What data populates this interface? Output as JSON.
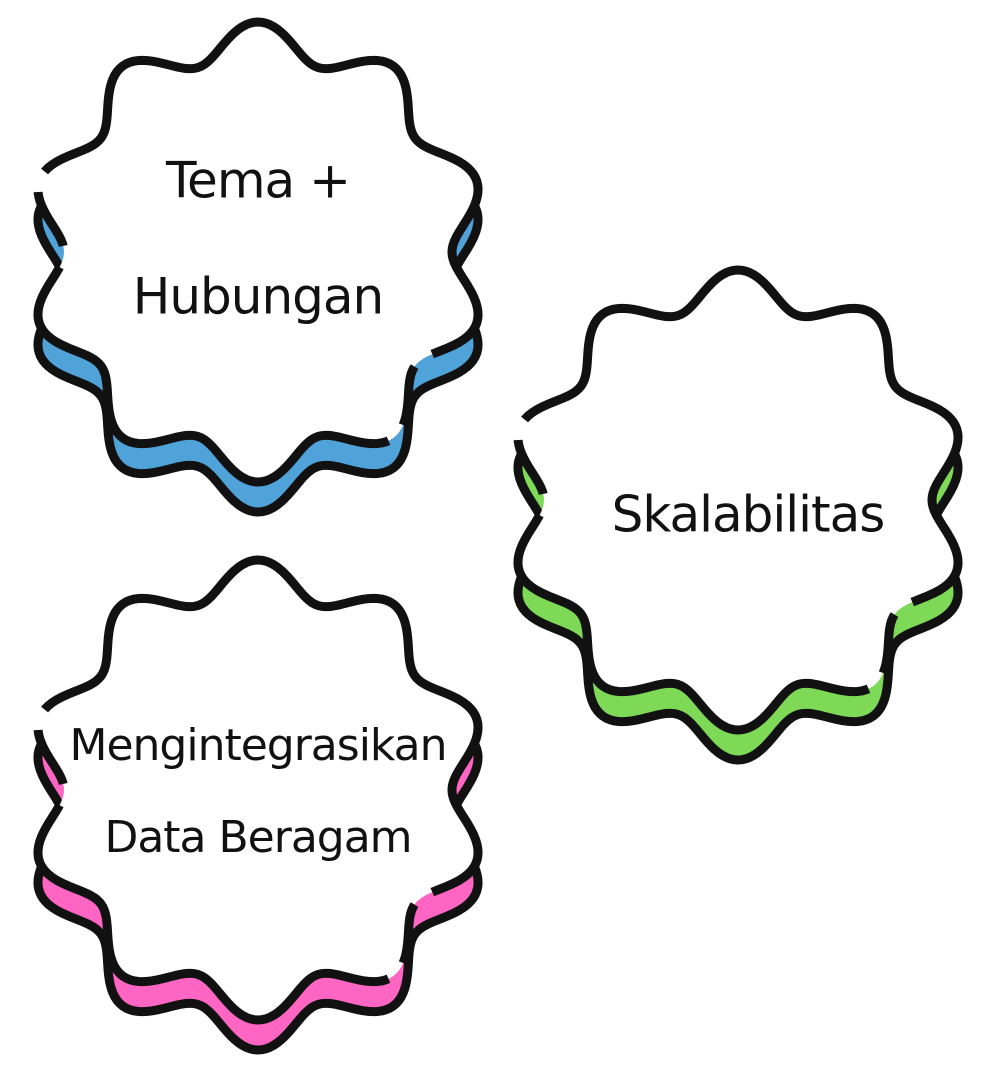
{
  "badges": [
    {
      "id": "tema-hubungan",
      "lines": [
        "Tema +",
        "Hubungan"
      ],
      "accent": "#4fa3d8"
    },
    {
      "id": "skalabilitas",
      "lines": [
        "Skalabilitas"
      ],
      "accent": "#7ed957"
    },
    {
      "id": "mengintegrasikan-data-beragam",
      "lines": [
        "Mengintegrasikan",
        "Data Beragam"
      ],
      "accent": "#ff66c4"
    }
  ],
  "colors": {
    "outline": "#111111",
    "fill": "#ffffff",
    "background": "#ffffff"
  }
}
